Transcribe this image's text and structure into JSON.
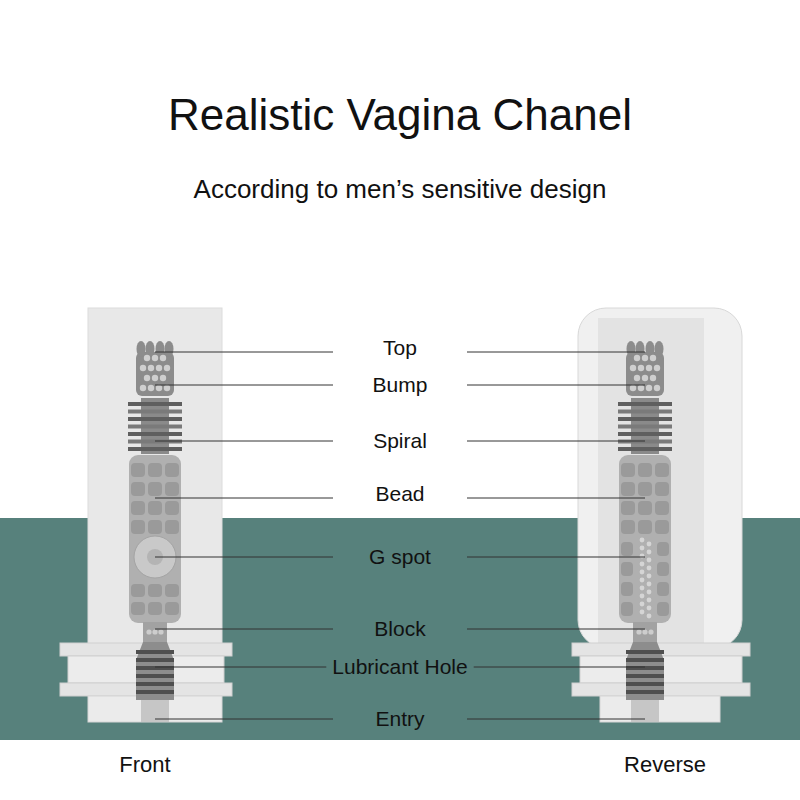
{
  "diagram": {
    "title": "Realistic Vagina Chanel",
    "labels": [
      "According to men’s sensitive design",
      "Top",
      "Bump",
      "Spiral",
      "Bead",
      "G spot",
      "Block",
      "Lubricant Hole",
      "Entry",
      "Front",
      "Reverse"
    ]
  }
}
